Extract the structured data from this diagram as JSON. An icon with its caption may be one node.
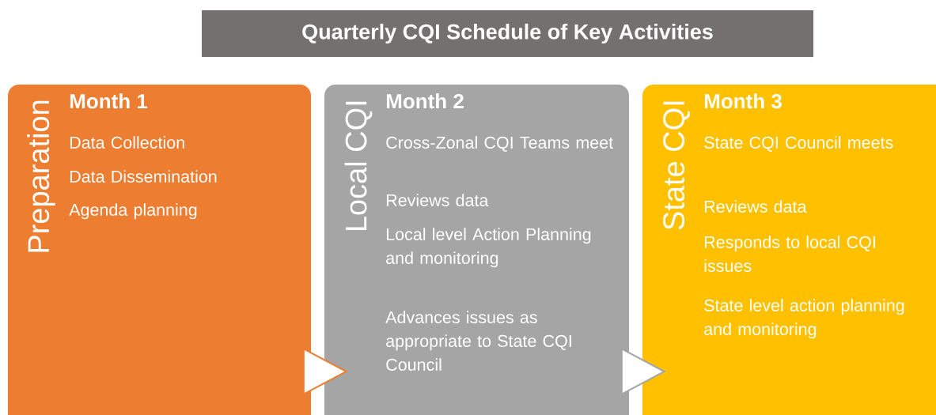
{
  "diagram": {
    "title": "Quarterly CQI Schedule of Key Activities",
    "nodes": [
      {
        "text": [
          "Preparation",
          "Month 1",
          "Data Collection",
          "Data Dissemination",
          "Agenda planning"
        ]
      },
      {
        "text": [
          "Local CQI",
          "Month 2",
          "Cross-Zonal CQI Teams meet",
          "Reviews data",
          "Local level Action Planning and monitoring",
          "Advances issues as appropriate to State CQI Council"
        ]
      },
      {
        "text": [
          "State CQI",
          "Month 3",
          "State CQI Council meets",
          "Reviews data",
          "Responds to local CQI issues",
          "State level action planning and monitoring"
        ]
      }
    ],
    "edges": [
      {
        "from": 0,
        "to": 1,
        "arrow": "to"
      },
      {
        "from": 1,
        "to": 2,
        "arrow": "to"
      }
    ]
  }
}
